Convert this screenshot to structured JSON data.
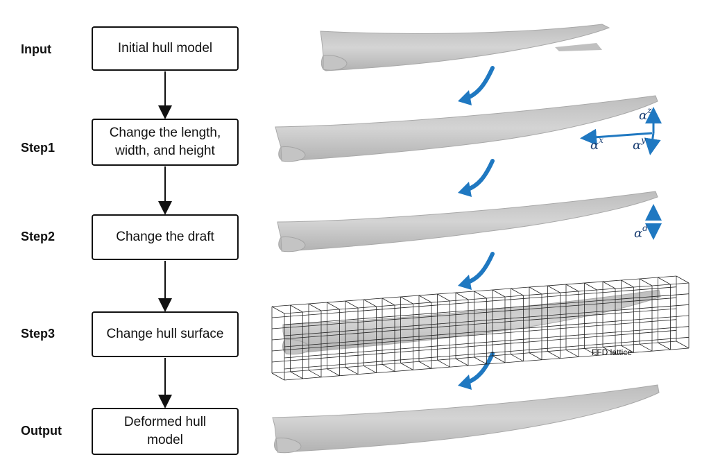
{
  "steps": [
    {
      "label": "Input",
      "box": "Initial hull model"
    },
    {
      "label": "Step1",
      "box": "Change the length,\nwidth, and height"
    },
    {
      "label": "Step2",
      "box": "Change the draft"
    },
    {
      "label": "Step3",
      "box": "Change hull surface"
    },
    {
      "label": "Output",
      "box": "Deformed hull\nmodel"
    }
  ],
  "annotations": {
    "alpha": "α",
    "sup_x": "x",
    "sup_y": "y",
    "sup_z": "z",
    "sup_d": "d",
    "lattice": "FFD lattice"
  },
  "colors": {
    "arrow_blue": "#1f78c1",
    "hull_gray": "#c9c9c9",
    "hull_edge": "#a9a9a9",
    "text": "#111111"
  }
}
